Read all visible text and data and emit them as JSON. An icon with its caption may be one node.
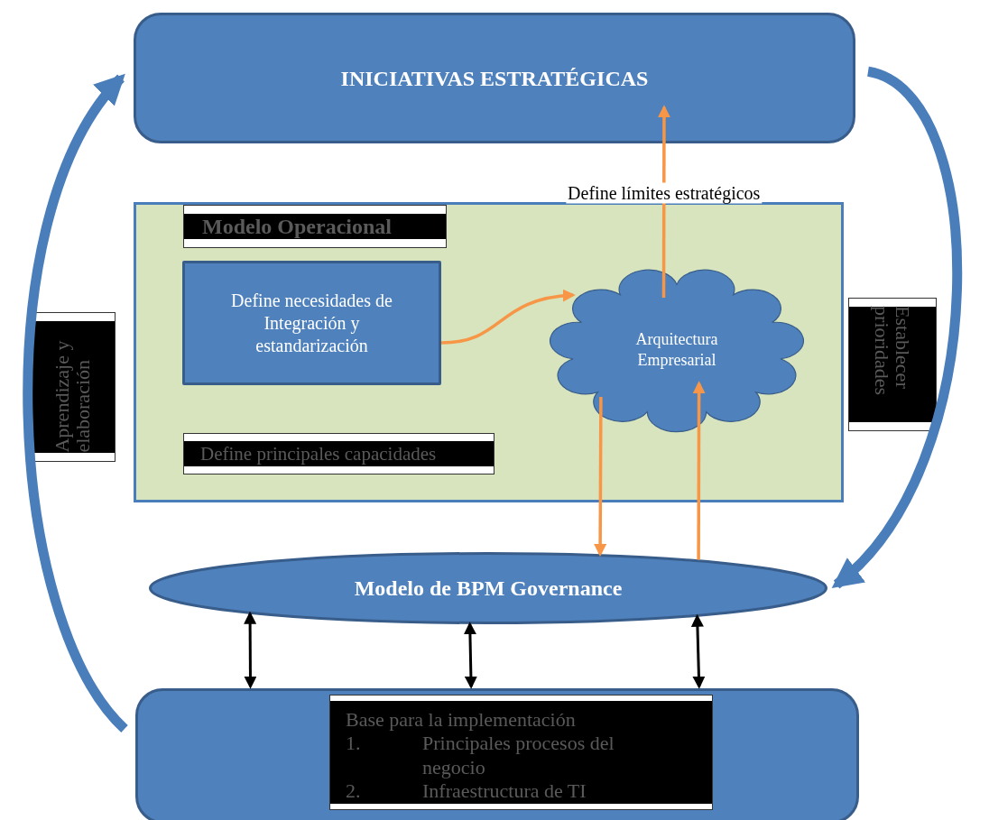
{
  "diagram": {
    "nodes": [
      {
        "text": [
          "INICIATIVAS ESTRATÉGICAS"
        ]
      },
      {
        "text": [
          "Modelo Operacional"
        ]
      },
      {
        "text": [
          "Define necesidades de Integración y estandarización"
        ],
        "in": 1
      },
      {
        "text": [
          "Arquitectura Empresarial"
        ],
        "in": 1
      },
      {
        "text": [
          "Define principales capacidades"
        ],
        "in": 1
      },
      {
        "text": [
          "Aprendizaje y elaboración"
        ]
      },
      {
        "text": [
          "Establecer prioridades"
        ]
      },
      {
        "text": [
          "Modelo de BPM Governance"
        ]
      },
      {
        "text": [],
        "shape": "box"
      },
      {
        "text": [
          "Base para la implementación",
          "1.",
          "Principales procesos del negocio",
          "2.",
          "Infraestructura de TI"
        ],
        "in": 8
      }
    ],
    "edges": [
      {
        "from": 2,
        "to": 3,
        "arrow": "to"
      },
      {
        "from": 3,
        "to": 0,
        "arrow": "to",
        "label": "Define límites estratégicos"
      },
      {
        "from": 3,
        "to": 7,
        "arrow": "to"
      },
      {
        "from": 7,
        "to": 3,
        "arrow": "to"
      },
      {
        "from": 7,
        "to": 8,
        "arrow": "both",
        "color": "#000000"
      },
      {
        "from": 7,
        "to": 8,
        "arrow": "both",
        "color": "#000000"
      },
      {
        "from": 7,
        "to": 8,
        "arrow": "both",
        "color": "#000000"
      },
      {
        "from": 8,
        "to": 0,
        "arrow": "to",
        "style": "thick",
        "color": "#4a7ebb"
      },
      {
        "from": 0,
        "to": 7,
        "arrow": "to",
        "style": "thick",
        "color": "#4a7ebb"
      }
    ]
  }
}
